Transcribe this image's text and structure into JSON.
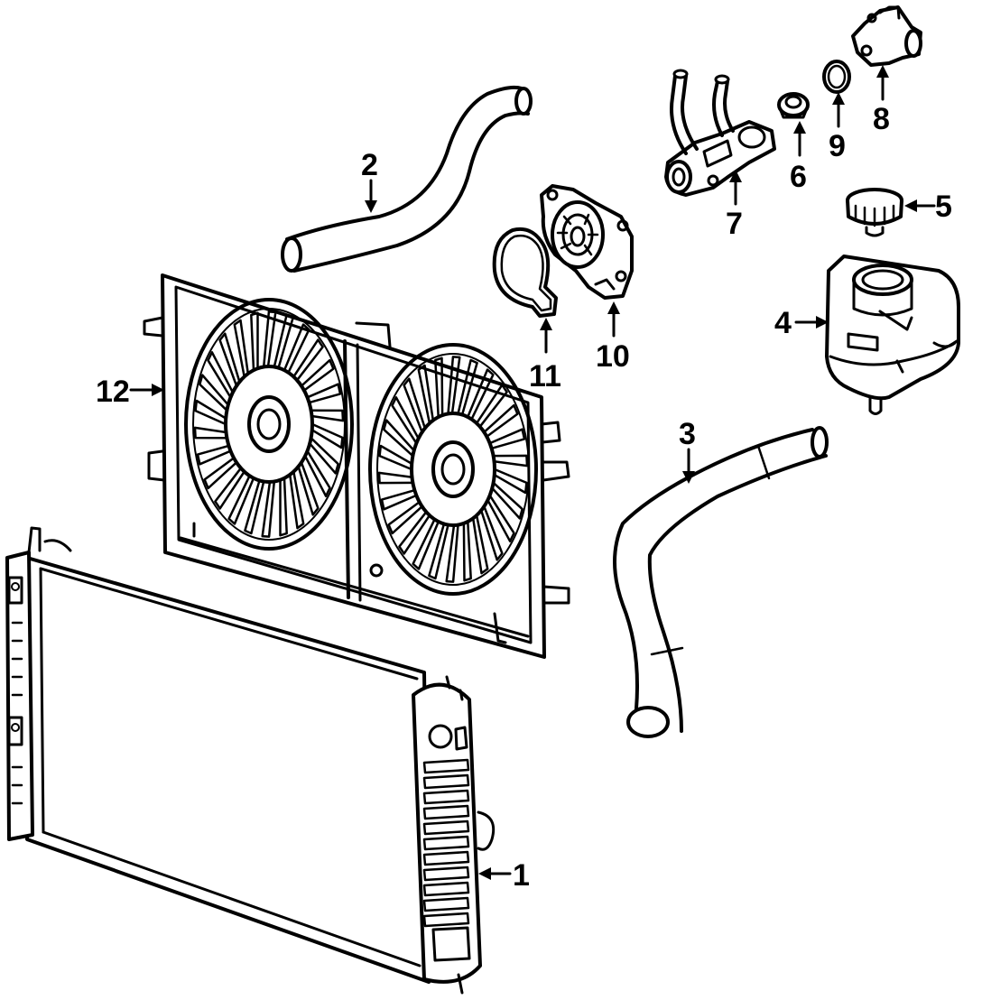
{
  "diagram": {
    "line_color": "#000000",
    "background_color": "#ffffff",
    "callouts": [
      {
        "id": "1",
        "label": "1",
        "part": "radiator"
      },
      {
        "id": "2",
        "label": "2",
        "part": "upper-hose"
      },
      {
        "id": "3",
        "label": "3",
        "part": "lower-hose"
      },
      {
        "id": "4",
        "label": "4",
        "part": "reservoir"
      },
      {
        "id": "5",
        "label": "5",
        "part": "reservoir-cap"
      },
      {
        "id": "6",
        "label": "6",
        "part": "thermostat"
      },
      {
        "id": "7",
        "label": "7",
        "part": "thermostat-housing"
      },
      {
        "id": "8",
        "label": "8",
        "part": "water-outlet"
      },
      {
        "id": "9",
        "label": "9",
        "part": "outlet-seal"
      },
      {
        "id": "10",
        "label": "10",
        "part": "water-pump"
      },
      {
        "id": "11",
        "label": "11",
        "part": "pump-gasket"
      },
      {
        "id": "12",
        "label": "12",
        "part": "fan-assembly"
      }
    ]
  }
}
